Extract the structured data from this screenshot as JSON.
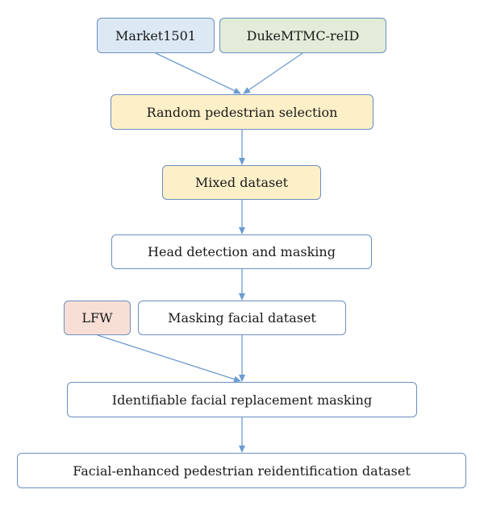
{
  "colors": {
    "arrow": "#6b9bd1",
    "border": "#6b8fbf",
    "blue_fill": "#dce9f5",
    "green_fill": "#e2ecd9",
    "yellow_fill": "#fdf0c9",
    "pink_fill": "#f8dfd6",
    "white_fill": "#ffffff"
  },
  "nodes": {
    "market": {
      "label": "Market1501",
      "fill": "blue"
    },
    "duke": {
      "label": "DukeMTMC-reID",
      "fill": "green"
    },
    "random": {
      "label": "Random pedestrian selection",
      "fill": "yellow"
    },
    "mixed": {
      "label": "Mixed dataset",
      "fill": "yellow"
    },
    "head": {
      "label": "Head detection and masking",
      "fill": "white"
    },
    "lfw": {
      "label": "LFW",
      "fill": "pink"
    },
    "masking": {
      "label": "Masking facial dataset",
      "fill": "white"
    },
    "ident": {
      "label": "Identifiable facial replacement masking",
      "fill": "white"
    },
    "final": {
      "label": "Facial-enhanced pedestrian reidentification dataset",
      "fill": "white"
    }
  },
  "edges": [
    {
      "from": "market",
      "to": "random"
    },
    {
      "from": "duke",
      "to": "random"
    },
    {
      "from": "random",
      "to": "mixed"
    },
    {
      "from": "mixed",
      "to": "head"
    },
    {
      "from": "head",
      "to": "masking"
    },
    {
      "from": "masking",
      "to": "ident"
    },
    {
      "from": "lfw",
      "to": "ident"
    },
    {
      "from": "ident",
      "to": "final"
    }
  ]
}
